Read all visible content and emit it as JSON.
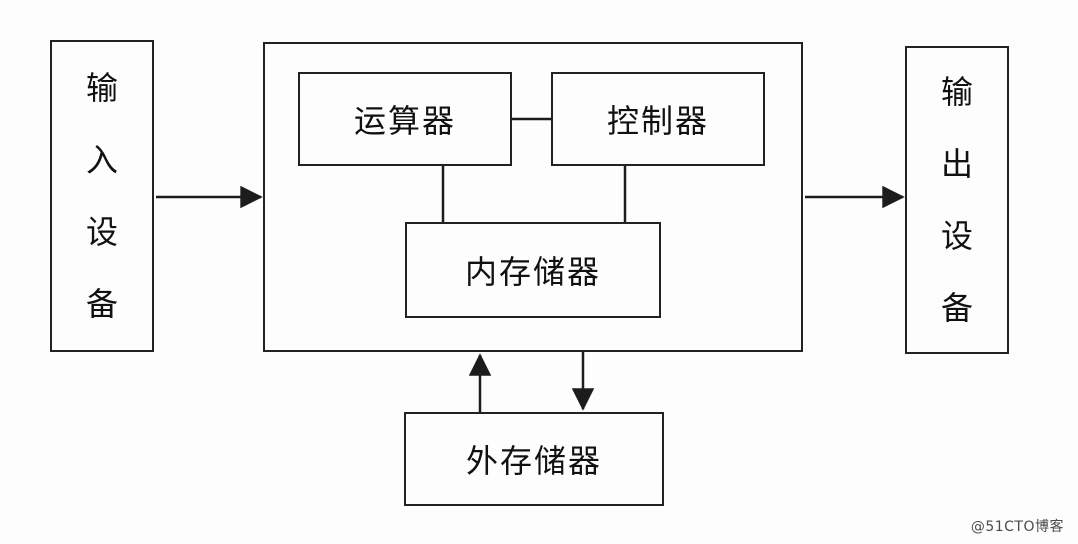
{
  "diagram": {
    "title": "computer-architecture-block-diagram",
    "nodes": {
      "input_device": "输入设备",
      "alu": "运算器",
      "control_unit": "控制器",
      "internal_memory": "内存储器",
      "external_memory": "外存储器",
      "output_device": "输出设备"
    },
    "edges": [
      {
        "from": "input_device",
        "to": "system",
        "type": "arrow-right"
      },
      {
        "from": "system",
        "to": "output_device",
        "type": "arrow-right"
      },
      {
        "from": "alu",
        "to": "control_unit",
        "type": "plain-line"
      },
      {
        "from": "alu",
        "to": "internal_memory",
        "type": "plain-line"
      },
      {
        "from": "control_unit",
        "to": "internal_memory",
        "type": "plain-line"
      },
      {
        "from": "external_memory",
        "to": "system",
        "type": "arrow-up"
      },
      {
        "from": "system",
        "to": "external_memory",
        "type": "arrow-down"
      }
    ],
    "colors": {
      "border": "#222222",
      "text": "#111111",
      "background": "#fdfdfd",
      "watermark_text": "#4a4a4a"
    },
    "watermark": "@51CTO博客"
  }
}
